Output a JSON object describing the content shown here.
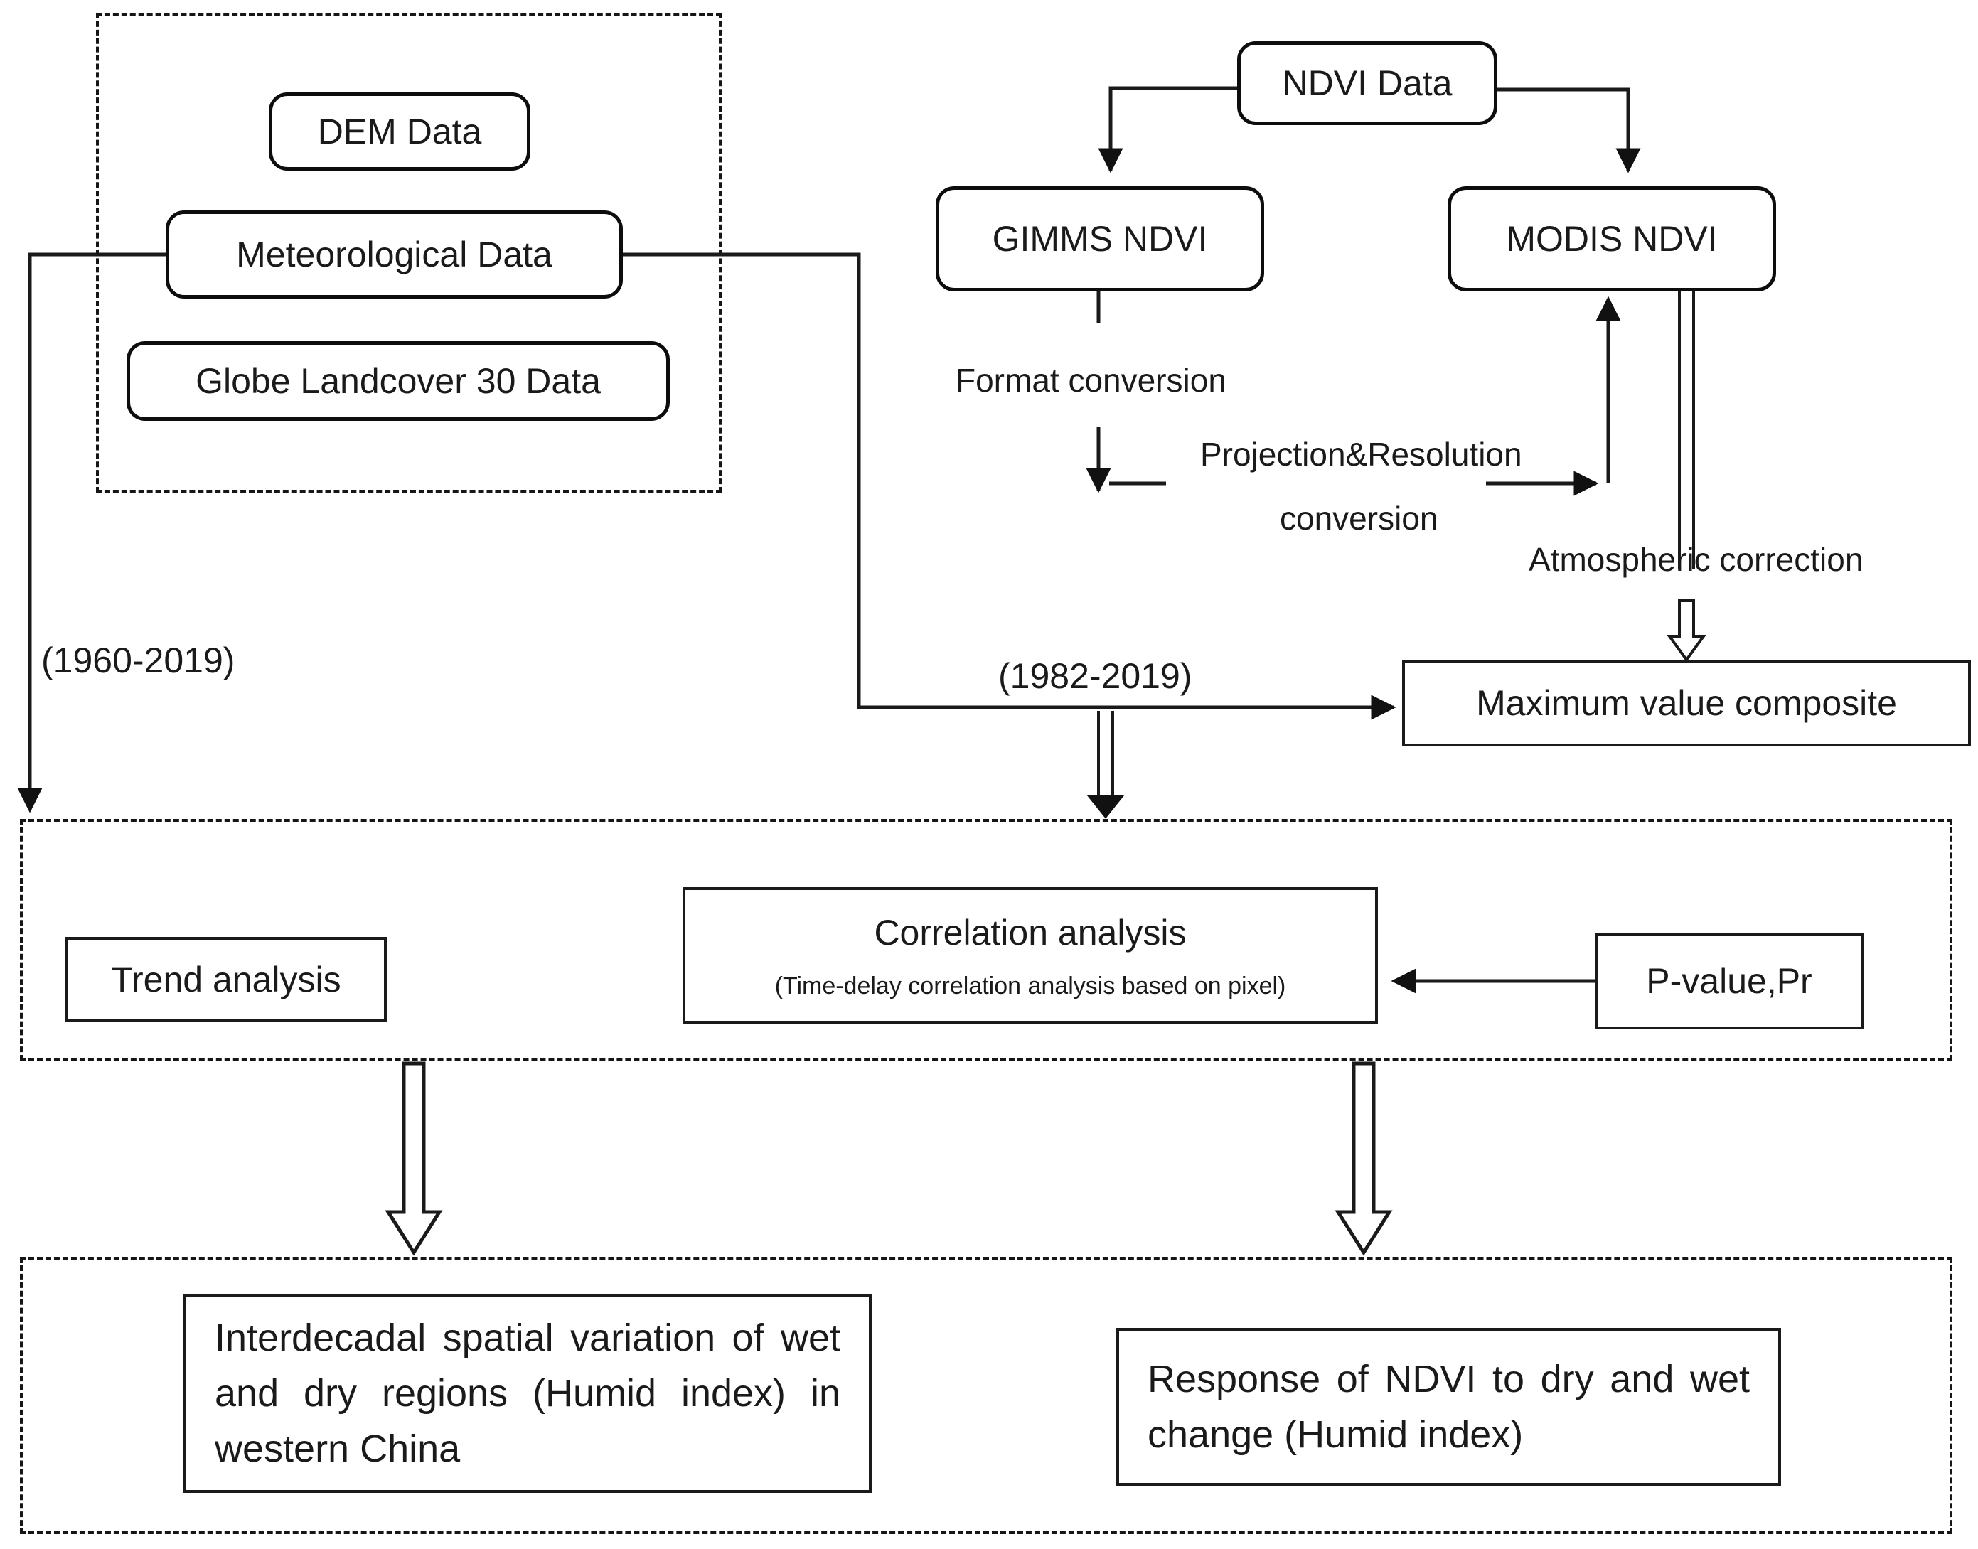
{
  "diagram": {
    "title": "NDVI and dry-wet change research workflow",
    "colors": {
      "stroke": "#1a1a1a",
      "background": "#ffffff",
      "dashed_border": "#161616"
    },
    "groups": [
      {
        "id": "input-data-group",
        "style": "dashed"
      },
      {
        "id": "analysis-methods-group",
        "style": "dashed"
      },
      {
        "id": "results-group",
        "style": "dashed"
      }
    ],
    "nodes": {
      "dem_data": "DEM Data",
      "meteorological_data": "Meteorological Data",
      "globe_landcover": "Globe Landcover 30 Data",
      "ndvi_data": "NDVI Data",
      "gimms_ndvi": "GIMMS NDVI",
      "modis_ndvi": "MODIS NDVI",
      "maximum_value_composite": "Maximum value composite",
      "trend_analysis": "Trend analysis",
      "correlation_analysis_title": "Correlation analysis",
      "correlation_analysis_sub": "(Time-delay correlation analysis based on pixel)",
      "p_value": "P-value,Pr",
      "result_left": "Interdecadal spatial variation of wet and dry regions (Humid index) in western China",
      "result_right": "Response of NDVI to dry and wet change (Humid index)"
    },
    "edge_labels": {
      "format_conversion": "Format conversion",
      "projection_resolution_1": "Projection&Resolution",
      "projection_resolution_2": "conversion",
      "atmospheric_correction": "Atmospheric correction",
      "period_meteorological": "(1960-2019)",
      "period_ndvi": "(1982-2019)"
    }
  }
}
